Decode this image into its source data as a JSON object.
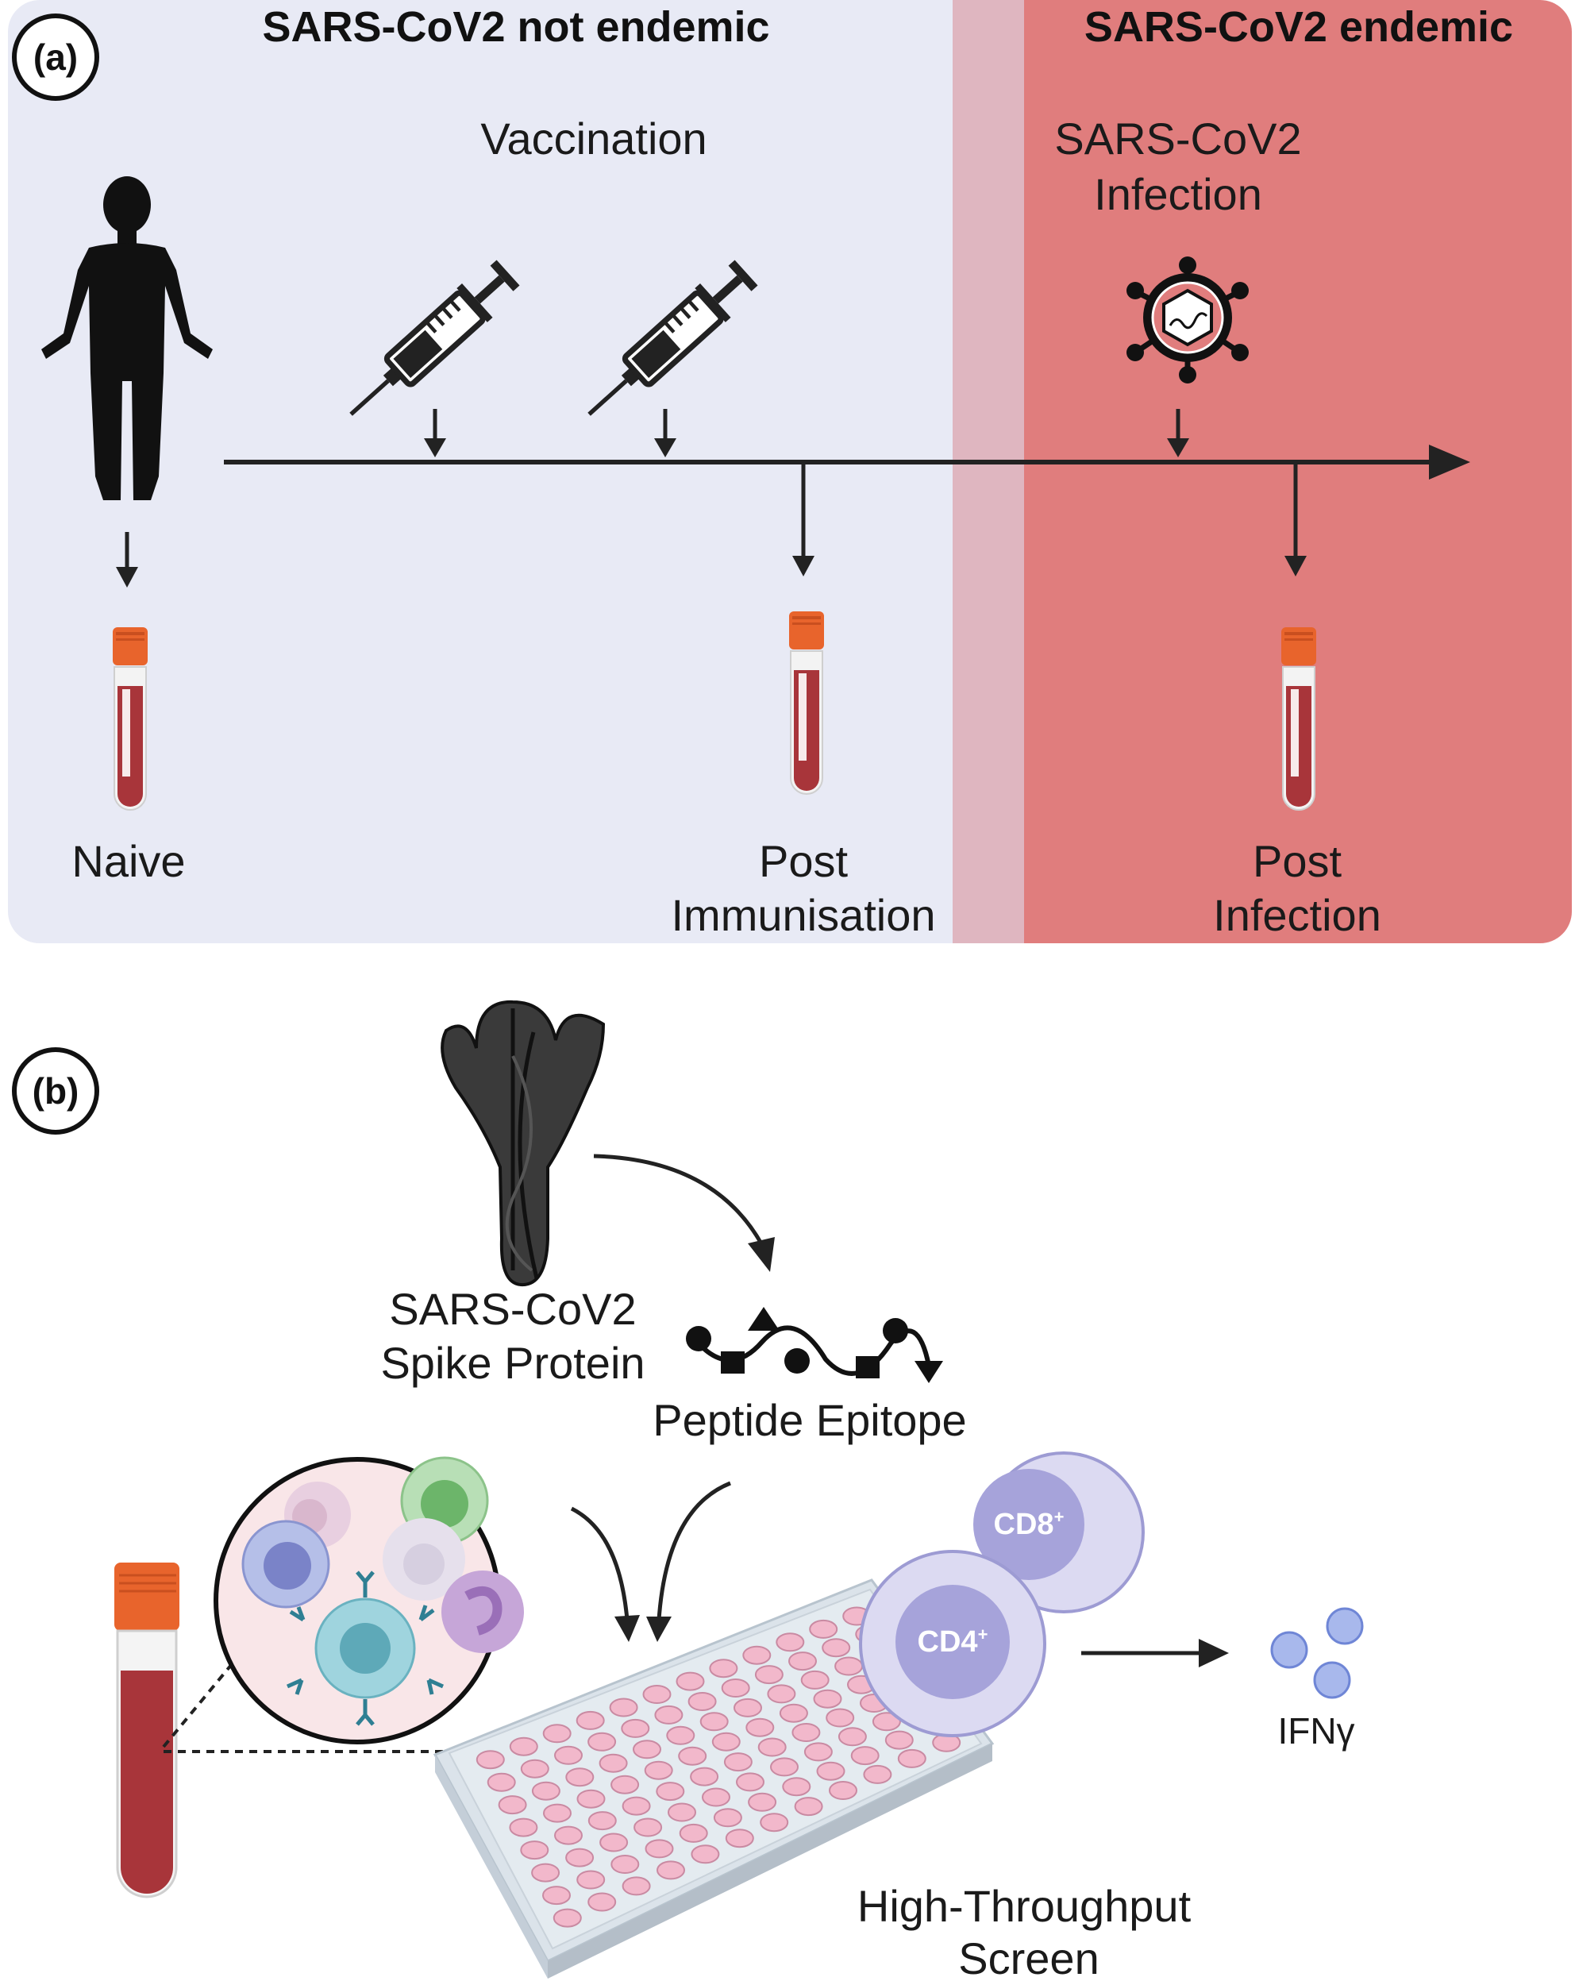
{
  "panel_a": {
    "label": "(a)",
    "header_not_endemic": "SARS-CoV2 not endemic",
    "header_endemic": "SARS-CoV2  endemic",
    "vaccination": "Vaccination",
    "infection_line1": "SARS-CoV2",
    "infection_line2": "Infection",
    "naive": "Naive",
    "post_immunisation_line1": "Post",
    "post_immunisation_line2": "Immunisation",
    "post_infection_line1": "Post",
    "post_infection_line2": "Infection"
  },
  "panel_b": {
    "label": "(b)",
    "spike_line1": "SARS-CoV2",
    "spike_line2": "Spike Protein",
    "peptide": "Peptide Epitope",
    "cd8": "CD8",
    "cd4": "CD4",
    "plus": "+",
    "ifn": "IFNγ",
    "screen_line1": "High-Throughput",
    "screen_line2": "Screen"
  },
  "colors": {
    "not_endemic_bg": "#e8eaf5",
    "endemic_bg": "#e07d7d",
    "overlap": "#dfb6c0",
    "arrow": "#222222",
    "blood": "#a8353a",
    "cap": "#e8642c",
    "tcell": "#b7b5e3"
  },
  "icons": [
    "human-silhouette-icon",
    "syringe-icon",
    "virus-icon",
    "blood-tube-icon",
    "spike-protein-icon",
    "peptide-icon",
    "well-plate-icon",
    "t-cell-icon",
    "cytokine-icon"
  ]
}
